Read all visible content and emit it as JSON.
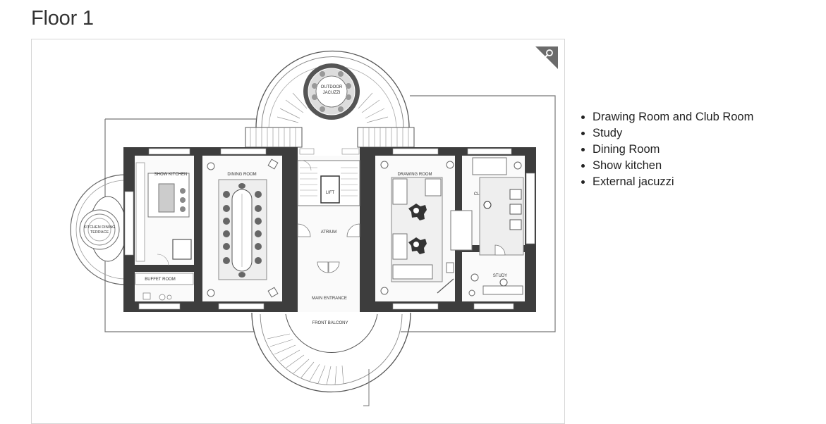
{
  "page": {
    "title": "Floor 1"
  },
  "floorplan": {
    "rooms": {
      "outdoor_jacuzzi_line1": "OUTDOOR",
      "outdoor_jacuzzi_line2": "JACUZZI",
      "show_kitchen": "SHOW KITCHEN",
      "dining_room": "DINING ROOM",
      "lift": "LIFT",
      "drawing_room": "DRAWING ROOM",
      "club_room": "CLUB ROOM",
      "kitchen_dining_terrace_line1": "KITCHEN DINING",
      "kitchen_dining_terrace_line2": "TERRACE",
      "atrium": "ATRIUM",
      "buffet_room": "BUFFET ROOM",
      "study": "STUDY",
      "main_entrance": "MAIN ENTRANCE",
      "front_balcony": "FRONT BALCONY"
    },
    "zoom_icon": "magnifier-icon"
  },
  "features": {
    "items": [
      "Drawing Room and Club Room",
      "Study",
      "Dining Room",
      "Show kitchen",
      "External jacuzzi"
    ]
  }
}
